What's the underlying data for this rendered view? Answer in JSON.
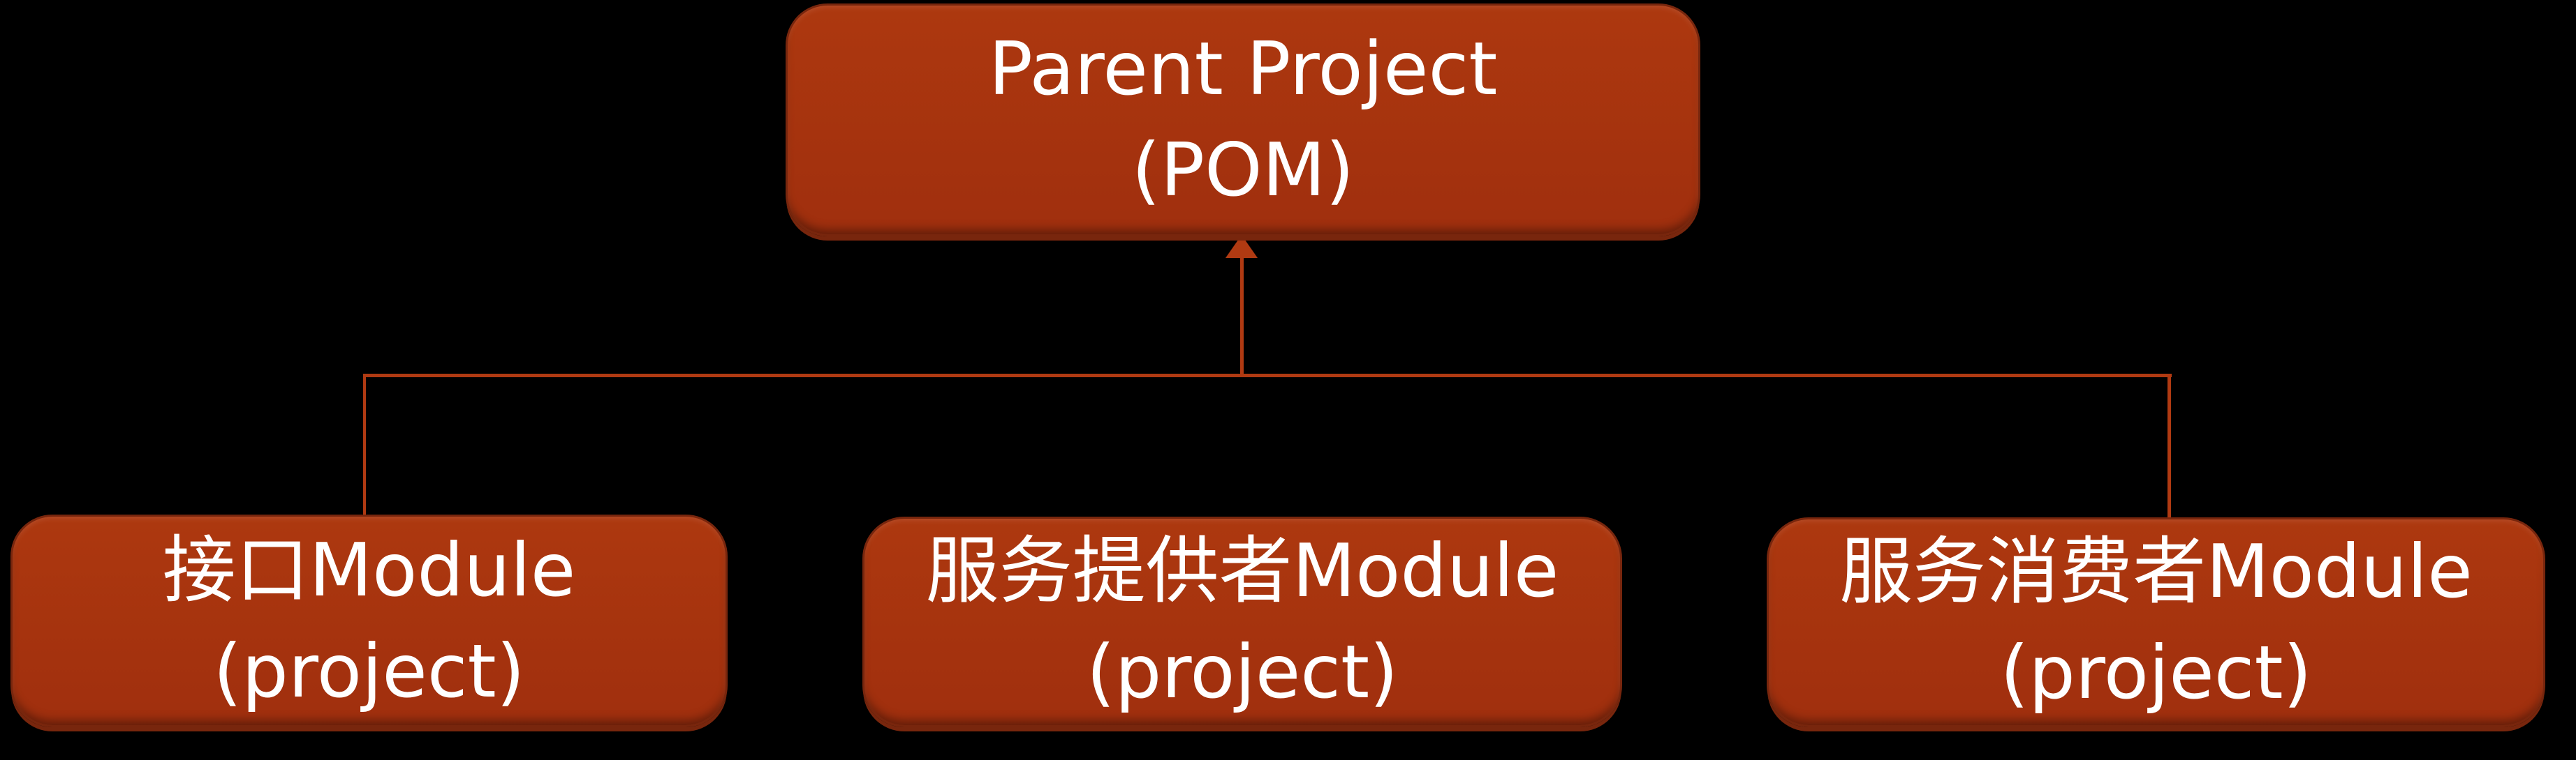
{
  "colors": {
    "background": "#000000",
    "box_fill": "#a02f0e",
    "box_fill_light": "#ad380f",
    "box_border": "#78260d",
    "connector_line": "#b03a12",
    "text": "#ffffff"
  },
  "diagram": {
    "parent": {
      "title": "Parent Project",
      "subtitle": "(POM)"
    },
    "children": [
      {
        "title": "接口Module",
        "subtitle": "(project)"
      },
      {
        "title": "服务提供者Module",
        "subtitle": "(project)"
      },
      {
        "title": "服务消费者Module",
        "subtitle": "(project)"
      }
    ]
  }
}
